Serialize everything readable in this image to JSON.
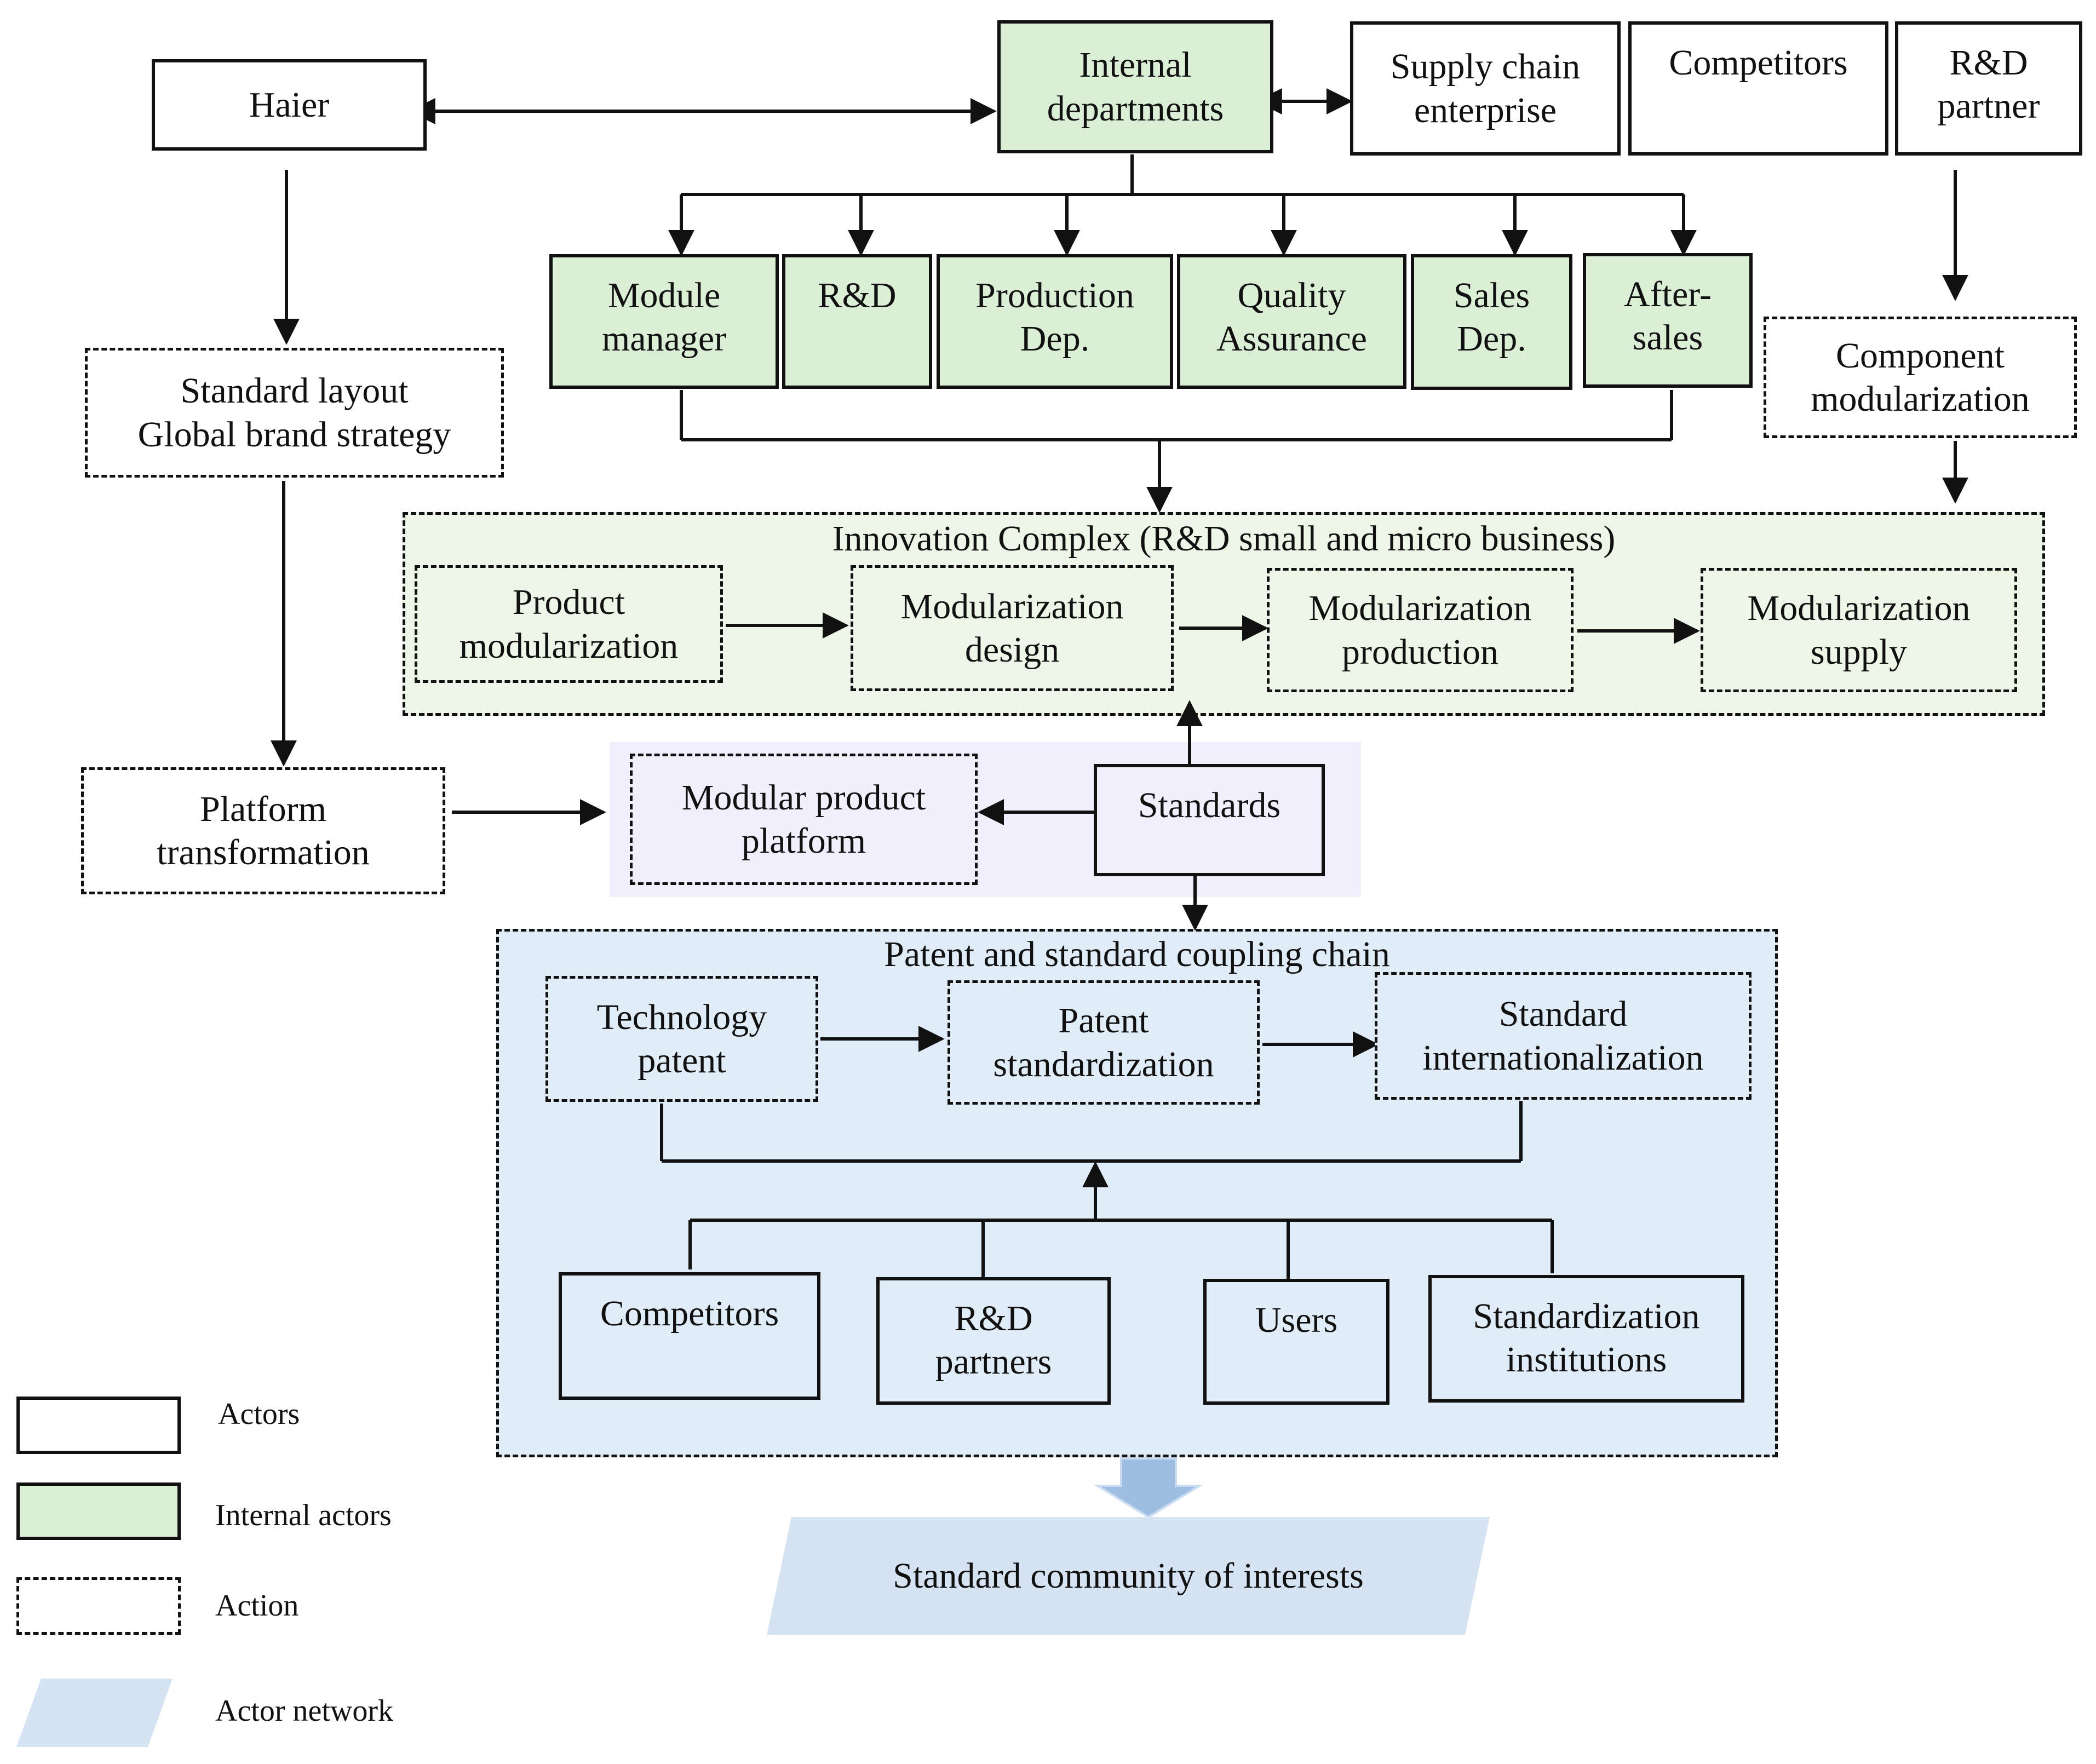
{
  "actors": {
    "haier": "Haier",
    "internal_departments": "Internal\ndepartments",
    "supply_chain": "Supply chain\nenterprise",
    "competitors_top": "Competitors",
    "rd_partner_top": "R&D\npartner"
  },
  "departments": [
    "Module\nmanager",
    "R&D",
    "Production\nDep.",
    "Quality\nAssurance",
    "Sales\nDep.",
    "After-\nsales"
  ],
  "actions": {
    "standard_layout": "Standard layout\nGlobal brand strategy",
    "component_modularization": "Component\nmodularization",
    "platform_transformation": "Platform\ntransformation"
  },
  "innovation_complex": {
    "title": "Innovation Complex (R&D small and micro business)",
    "steps": [
      "Product\nmodularization",
      "Modularization\ndesign",
      "Modularization\nproduction",
      "Modularization\nsupply"
    ]
  },
  "platform": {
    "modular_product_platform": "Modular product\nplatform",
    "standards": "Standards"
  },
  "patent_chain": {
    "title": "Patent and standard coupling chain",
    "steps": [
      "Technology\npatent",
      "Patent\nstandardization",
      "Standard\ninternationalization"
    ],
    "participants": [
      "Competitors",
      "R&D\npartners",
      "Users",
      "Standardization\ninstitutions"
    ]
  },
  "network": {
    "label": "Standard community of interests"
  },
  "legend": {
    "actors": "Actors",
    "internal_actors": "Internal actors",
    "action": "Action",
    "actor_network": "Actor network"
  },
  "colors": {
    "internal_green": "#dbefd6",
    "innovation_bg": "#eef6e8",
    "patent_bg": "#e0ecf8",
    "platform_bg": "#f2effd",
    "network_blue": "#d6e3f3",
    "arrow_blue": "#9dbde3"
  }
}
